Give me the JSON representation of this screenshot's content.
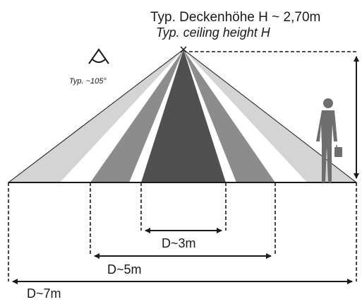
{
  "ceiling_label": "Typ. Deckenhöhe H ~ 2,70m",
  "ceiling_label_en": "Typ. ceiling height H",
  "angle_label": "Typ. ~105°",
  "dimensions": [
    {
      "label": "D~3m"
    },
    {
      "label": "D~5m"
    },
    {
      "label": "D~7m"
    }
  ],
  "colors": {
    "zone_outer": "#d4d4d4",
    "zone_mid": "#8c8c8c",
    "zone_inner": "#505050",
    "person": "#6e6e6e",
    "line": "#1a1a1a"
  },
  "icons": [
    "angle-icon",
    "person-icon",
    "sensor-icon"
  ]
}
